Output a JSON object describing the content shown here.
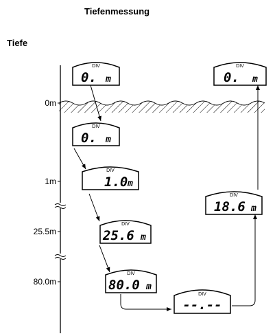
{
  "title": "Tiefenmessung",
  "subtitle": "Tiefe",
  "depth_labels": [
    "0m",
    "1m",
    "25.5m",
    "80.0m"
  ],
  "displays": [
    {
      "label": "DIV",
      "value": "0.",
      "unit": "m"
    },
    {
      "label": "DIV",
      "value": "0.",
      "unit": "m"
    },
    {
      "label": "DIV",
      "value": "1.0",
      "unit": "m"
    },
    {
      "label": "DIV",
      "value": "25.6",
      "unit": "m"
    },
    {
      "label": "DIV",
      "value": "80.0",
      "unit": "m"
    },
    {
      "label": "DIV",
      "value": "--.--",
      "unit": ""
    },
    {
      "label": "DIV",
      "value": "18.6",
      "unit": "m"
    },
    {
      "label": "DIV",
      "value": "0.",
      "unit": "m"
    }
  ]
}
